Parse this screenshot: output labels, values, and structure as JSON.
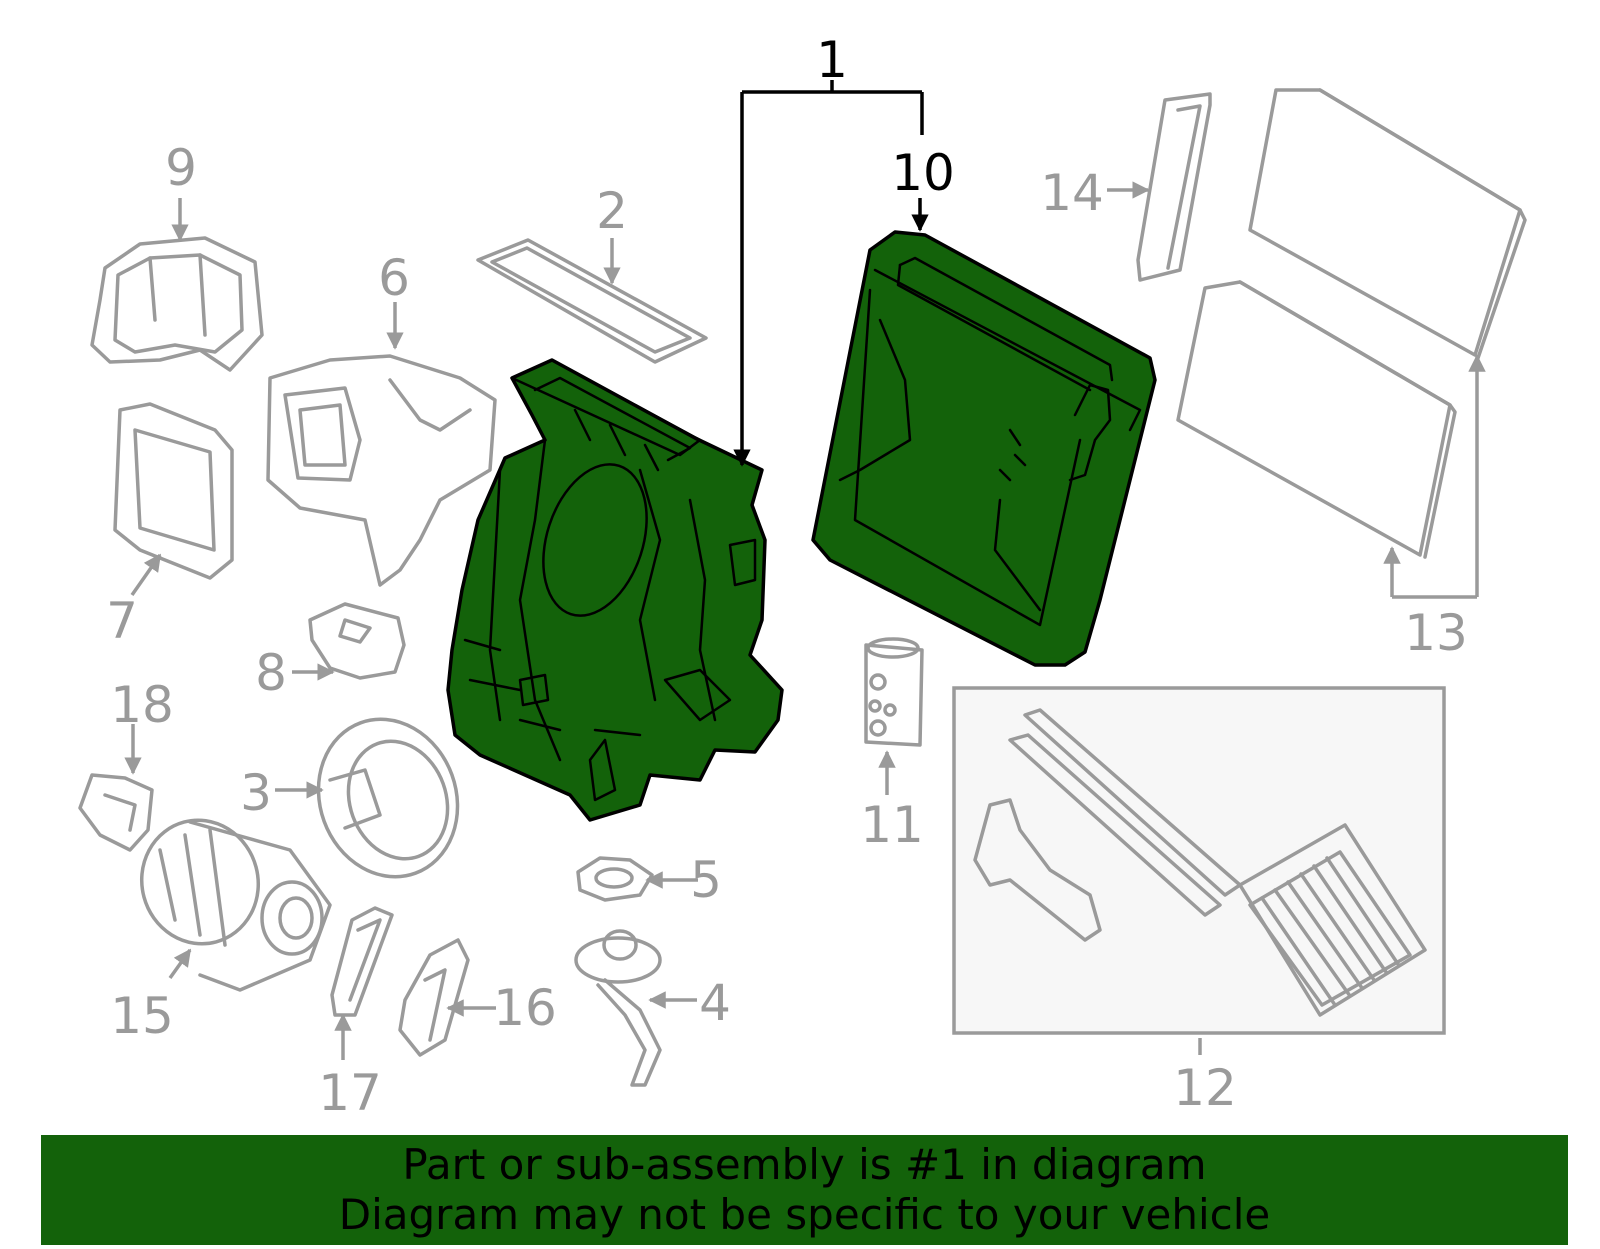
{
  "callouts": {
    "c1": "1",
    "c2": "2",
    "c3": "3",
    "c4": "4",
    "c5": "5",
    "c6": "6",
    "c7": "7",
    "c8": "8",
    "c9": "9",
    "c10": "10",
    "c11": "11",
    "c12": "12",
    "c13": "13",
    "c14": "14",
    "c15": "15",
    "c16": "16",
    "c17": "17",
    "c18": "18"
  },
  "highlight": {
    "part_number": "1",
    "fill_color": "#13620a",
    "line_color": "#000000"
  },
  "part_line_color": "#9a9a9a",
  "banner": {
    "line1": "Part or sub-assembly is #1 in diagram",
    "line2": "Diagram may not be specific to your vehicle",
    "background": "#13620a"
  }
}
